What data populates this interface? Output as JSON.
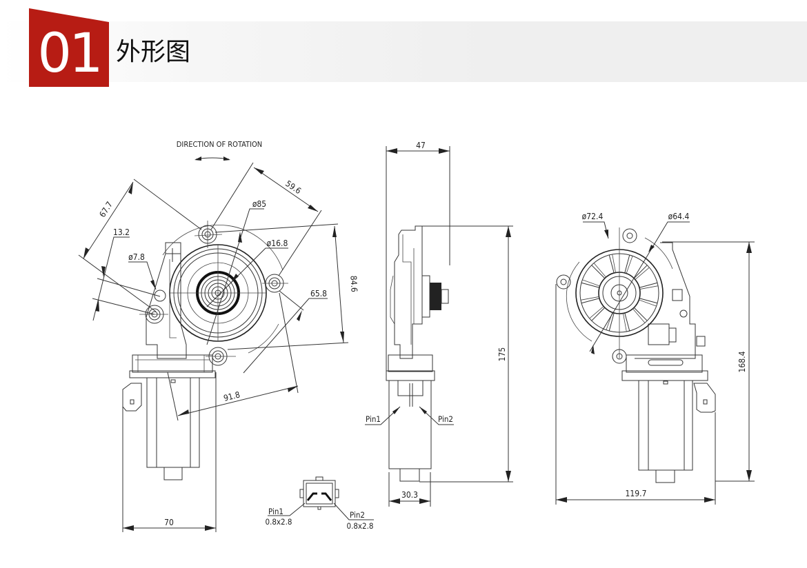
{
  "header": {
    "section_number": "01",
    "section_title": "外形图",
    "badge_color": "#b71c14",
    "banner_color": "#efefef"
  },
  "views": {
    "front_view": {
      "annotation": "DIRECTION OF ROTATION",
      "dimensions": {
        "d_67_7": "67.7",
        "d_59_6": "59.6",
        "d_13_2": "13.2",
        "dia_7_8": "ø7.8",
        "dia_85": "ø85",
        "dia_16_8": "ø16.8",
        "d_84_6": "84.6",
        "d_65_8": "65.8",
        "d_91_8": "91.8",
        "d_70": "70"
      }
    },
    "connector_view": {
      "pin1_label": "Pin1",
      "pin1_size": "0.8x2.8",
      "pin2_label": "Pin2",
      "pin2_size": "0.8x2.8"
    },
    "side_view": {
      "dimensions": {
        "d_47": "47",
        "d_175": "175",
        "d_30_3": "30.3"
      },
      "pin1_label": "Pin1",
      "pin2_label": "Pin2"
    },
    "rear_view": {
      "dimensions": {
        "dia_72_4": "ø72.4",
        "dia_64_4": "ø64.4",
        "d_168_4": "168.4",
        "d_119_7": "119.7"
      }
    }
  }
}
